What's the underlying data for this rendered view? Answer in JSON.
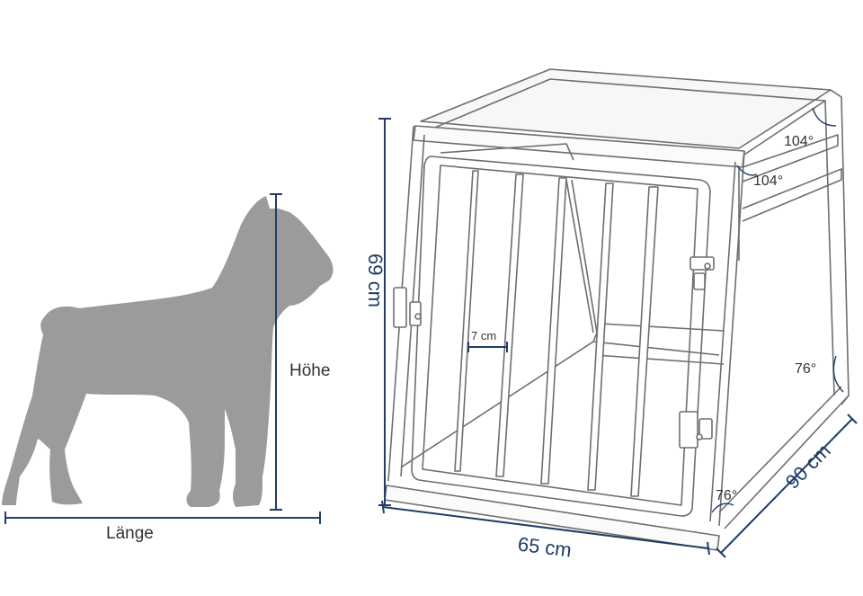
{
  "dog_labels": {
    "height": "Höhe",
    "length": "Länge"
  },
  "crate_dimensions": {
    "height": "69 cm",
    "width": "65 cm",
    "depth": "90 cm",
    "bar_spacing": "7 cm"
  },
  "angles": {
    "top_rear": "104°",
    "top_front": "104°",
    "rear_bottom": "76°",
    "front_bottom": "76°"
  },
  "colors": {
    "dog_silhouette": "#9b9b9b",
    "measure_lines": "#1f3d66",
    "crate_lines": "#6e6e6e",
    "label_text": "#333333"
  }
}
